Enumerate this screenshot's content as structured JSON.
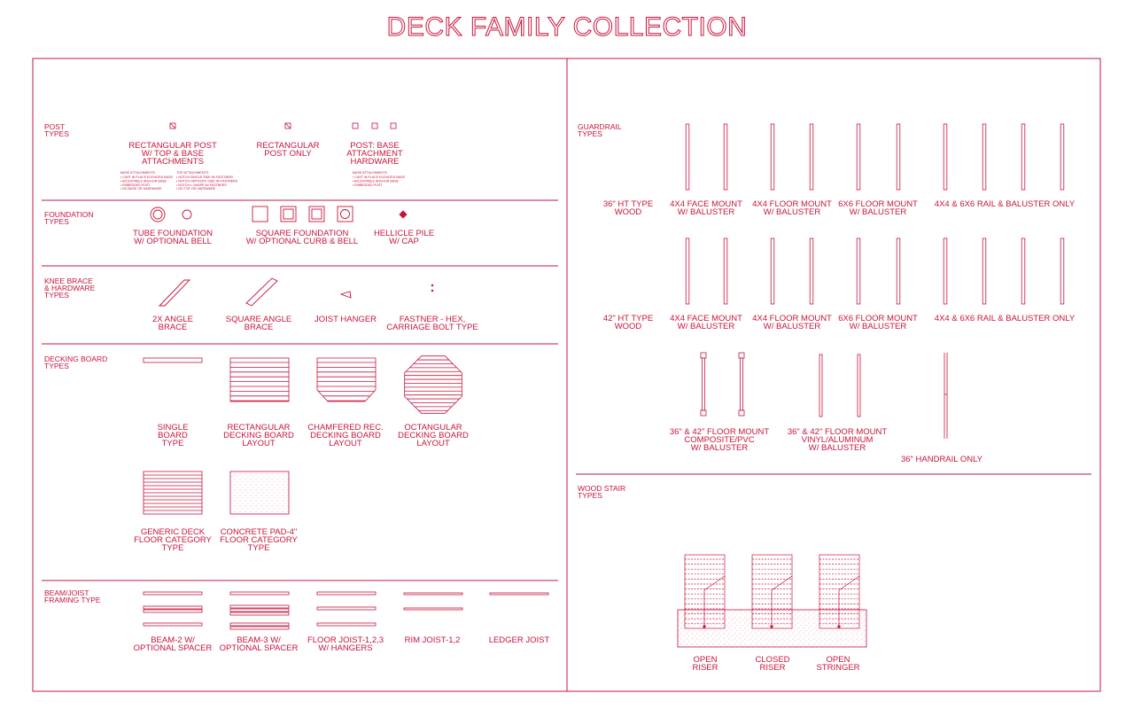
{
  "title": "DECK FAMILY COLLECTION",
  "colors": {
    "line": "#c8143c",
    "text": "#c8143c",
    "hatch": "#e8a0b2"
  },
  "sections": {
    "post": {
      "header": [
        "POST",
        "TYPES"
      ],
      "items": [
        [
          "RECTANGULAR POST",
          "W/ TOP & BASE",
          "ATTACHMENTS"
        ],
        [
          "RECTANGULAR",
          "POST ONLY"
        ],
        [
          "POST: BASE",
          "ATTACHMENT",
          "HARDWARE"
        ]
      ],
      "notes": {
        "base_head": "BASE ATTACHMENTS",
        "base_items": [
          "CAST IN PLACE ELEVATED BASE",
          "ADJUSTABLE ANCHOR BASE",
          "EMBEDDED POST",
          "NO BASE OR HARDWARE"
        ],
        "top_head": "TOP ATTACHMENTS",
        "top_items": [
          "NOTCH SINGLE SIDE W/ FASTNERS",
          "NOTCH OPPOSITE SIDE W/ FASTNERS",
          "NOTCH L-SHAPE W/ FASTNERS",
          "NO TOP OR HARDWARE"
        ],
        "base2_head": "BASE ATTACHMENTS",
        "base2_items": [
          "CAST IN PLACE ELEVATED BASE",
          "ADJUSTABLE ANCHOR BASE",
          "EMBEDDED POST"
        ]
      }
    },
    "foundation": {
      "header": [
        "FOUNDATION",
        "TYPES"
      ],
      "items": [
        [
          "TUBE FOUNDATION",
          "W/ OPTIONAL BELL"
        ],
        [
          "SQUARE FOUNDATION",
          "W/ OPTIONAL CURB & BELL"
        ],
        [
          "HELLICLE PILE",
          "W/ CAP"
        ]
      ]
    },
    "knee": {
      "header": [
        "KNEE BRACE",
        "& HARDWARE",
        "TYPES"
      ],
      "items": [
        [
          "2X ANGLE",
          "BRACE"
        ],
        [
          "SQUARE ANGLE",
          "BRACE"
        ],
        [
          "JOIST HANGER"
        ],
        [
          "FASTNER - HEX,",
          "CARRIAGE BOLT TYPE"
        ]
      ]
    },
    "decking": {
      "header": [
        "DECKING BOARD",
        "TYPES"
      ],
      "items": [
        [
          "SINGLE",
          "BOARD",
          "TYPE"
        ],
        [
          "RECTANGULAR",
          "DECKING BOARD",
          "LAYOUT"
        ],
        [
          "CHAMFERED REC.",
          "DECKING BOARD",
          "LAYOUT"
        ],
        [
          "OCTANGULAR",
          "DECKING BOARD",
          "LAYOUT"
        ],
        [
          "GENERIC DECK",
          "FLOOR CATEGORY",
          "TYPE"
        ],
        [
          "CONCRETE PAD-4\"",
          "FLOOR CATEGORY",
          "TYPE"
        ]
      ]
    },
    "beam": {
      "header": [
        "BEAM/JOIST",
        "FRAMING TYPE"
      ],
      "items": [
        [
          "BEAM-2 W/",
          "OPTIONAL SPACER"
        ],
        [
          "BEAM-3 W/",
          "OPTIONAL SPACER"
        ],
        [
          "FLOOR JOIST-1,2,3",
          "W/ HANGERS"
        ],
        [
          "RIM JOIST-1,2"
        ],
        [
          "LEDGER JOIST"
        ]
      ]
    },
    "guardrail": {
      "header": [
        "GUARDRAIL",
        "TYPES"
      ],
      "row1_label": [
        "36\" HT TYPE",
        "WOOD"
      ],
      "row2_label": [
        "42\" HT TYPE",
        "WOOD"
      ],
      "row_items": [
        [
          "4X4 FACE MOUNT",
          "W/ BALUSTER"
        ],
        [
          "4X4 FLOOR MOUNT",
          "W/ BALUSTER"
        ],
        [
          "6X6 FLOOR MOUNT",
          "W/ BALUSTER"
        ],
        [
          "4X4 & 6X6 RAIL & BALUSTER ONLY"
        ]
      ],
      "row3_items": [
        [
          "36\" & 42\" FLOOR MOUNT",
          "COMPOSITE/PVC",
          "W/ BALUSTER"
        ],
        [
          "36\" & 42\" FLOOR MOUNT",
          "VINYL/ALUMINUM",
          "W/ BALUSTER"
        ],
        [
          "36\" HANDRAIL ONLY"
        ]
      ]
    },
    "stair": {
      "header": [
        "WOOD STAIR",
        "TYPES"
      ],
      "items": [
        [
          "OPEN",
          "RISER"
        ],
        [
          "CLOSED",
          "RISER"
        ],
        [
          "OPEN",
          "STRINGER"
        ]
      ]
    }
  }
}
